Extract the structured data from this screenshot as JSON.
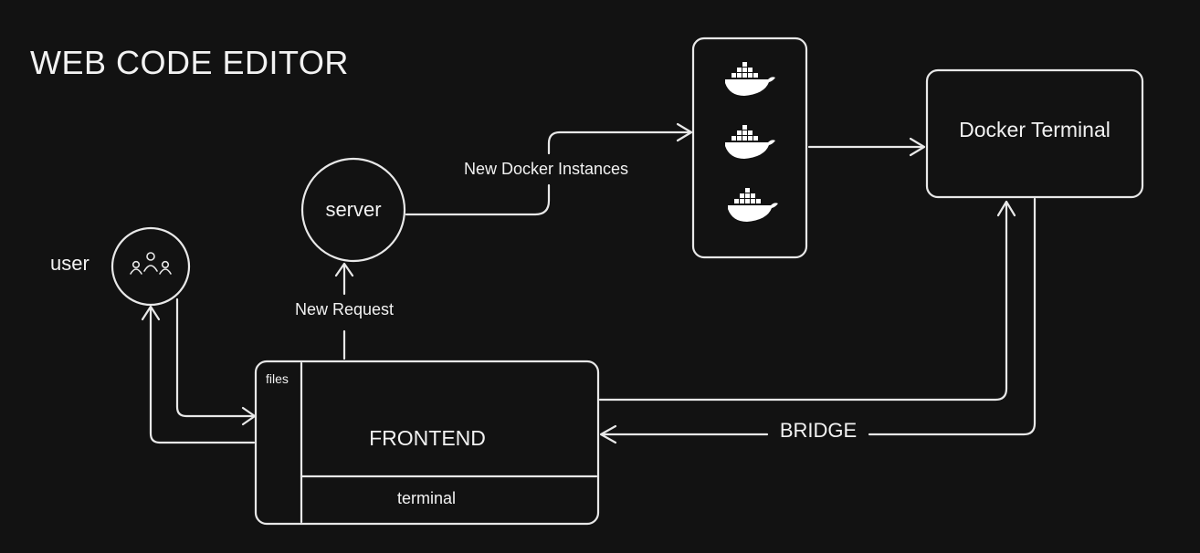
{
  "title": "WEB CODE EDITOR",
  "nodes": {
    "user": {
      "label": "user",
      "icon": "people-group-icon"
    },
    "server": {
      "label": "server"
    },
    "docker_instances": {
      "icon": "docker-whale-icon",
      "count": 3
    },
    "docker_terminal": {
      "label": "Docker Terminal"
    },
    "frontend": {
      "label": "FRONTEND",
      "files_label": "files",
      "terminal_label": "terminal"
    }
  },
  "edges": {
    "new_request": "New Request",
    "new_docker_instances": "New Docker Instances",
    "bridge": "BRIDGE"
  },
  "colors": {
    "background": "#121212",
    "stroke": "#e8e8e8",
    "text": "#f2f2f2"
  }
}
